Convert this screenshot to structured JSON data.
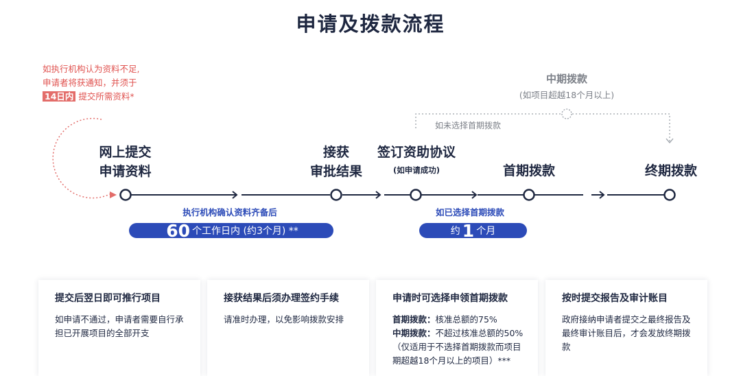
{
  "title": "申请及拨款流程",
  "note": {
    "line1": "如执行机构认为资料不足,",
    "line2": "申请者将获通知，并须于",
    "highlight": "14日内",
    "line3": "提交所需资料",
    "asterisk": "*"
  },
  "steps": {
    "submit_line1": "网上提交",
    "submit_line2": "申请资料",
    "result_line1": "接获",
    "result_line2": "审批结果",
    "sign": "签订资助协议",
    "sign_sub": "(如申请成功)",
    "first": "首期拨款",
    "final": "终期拨款"
  },
  "interim": {
    "title": "中期拨款",
    "sub": "(如项目超越18个月以上)",
    "note": "如未选择首期拨款"
  },
  "timing": {
    "left_caption": "执行机构确认资料齐备后",
    "left_num": "60",
    "left_text": "个工作日内 (约3个月) **",
    "right_caption": "如已选择首期拨款",
    "right_pre": "约",
    "right_num": "1",
    "right_text": "个月"
  },
  "cards": [
    {
      "title": "提交后翌日即可推行项目",
      "body": "如申请不通过，申请者需要自行承担已开展项目的全部开支"
    },
    {
      "title": "接获结果后须办理签约手续",
      "body": "请准时办理，以免影响拨款安排"
    },
    {
      "title": "申请时可选择申领首期拨款",
      "l1_label": "首期拨款：",
      "l1": "核准总额的75%",
      "l2_label": "中期拨款：",
      "l2": "不超过核准总额的50%",
      "l3": "（仅适用于不选择首期拨款而项目期超越18个月以上的项目）***"
    },
    {
      "title": "按时提交报告及审计账目",
      "body": "政府接纳申请者提交之最终报告及最终审计账目后，才会发放终期拨款"
    }
  ],
  "colors": {
    "primary": "#2c4bb8",
    "dark": "#1e2740",
    "red": "#e0524f",
    "gray": "#7c8088"
  }
}
